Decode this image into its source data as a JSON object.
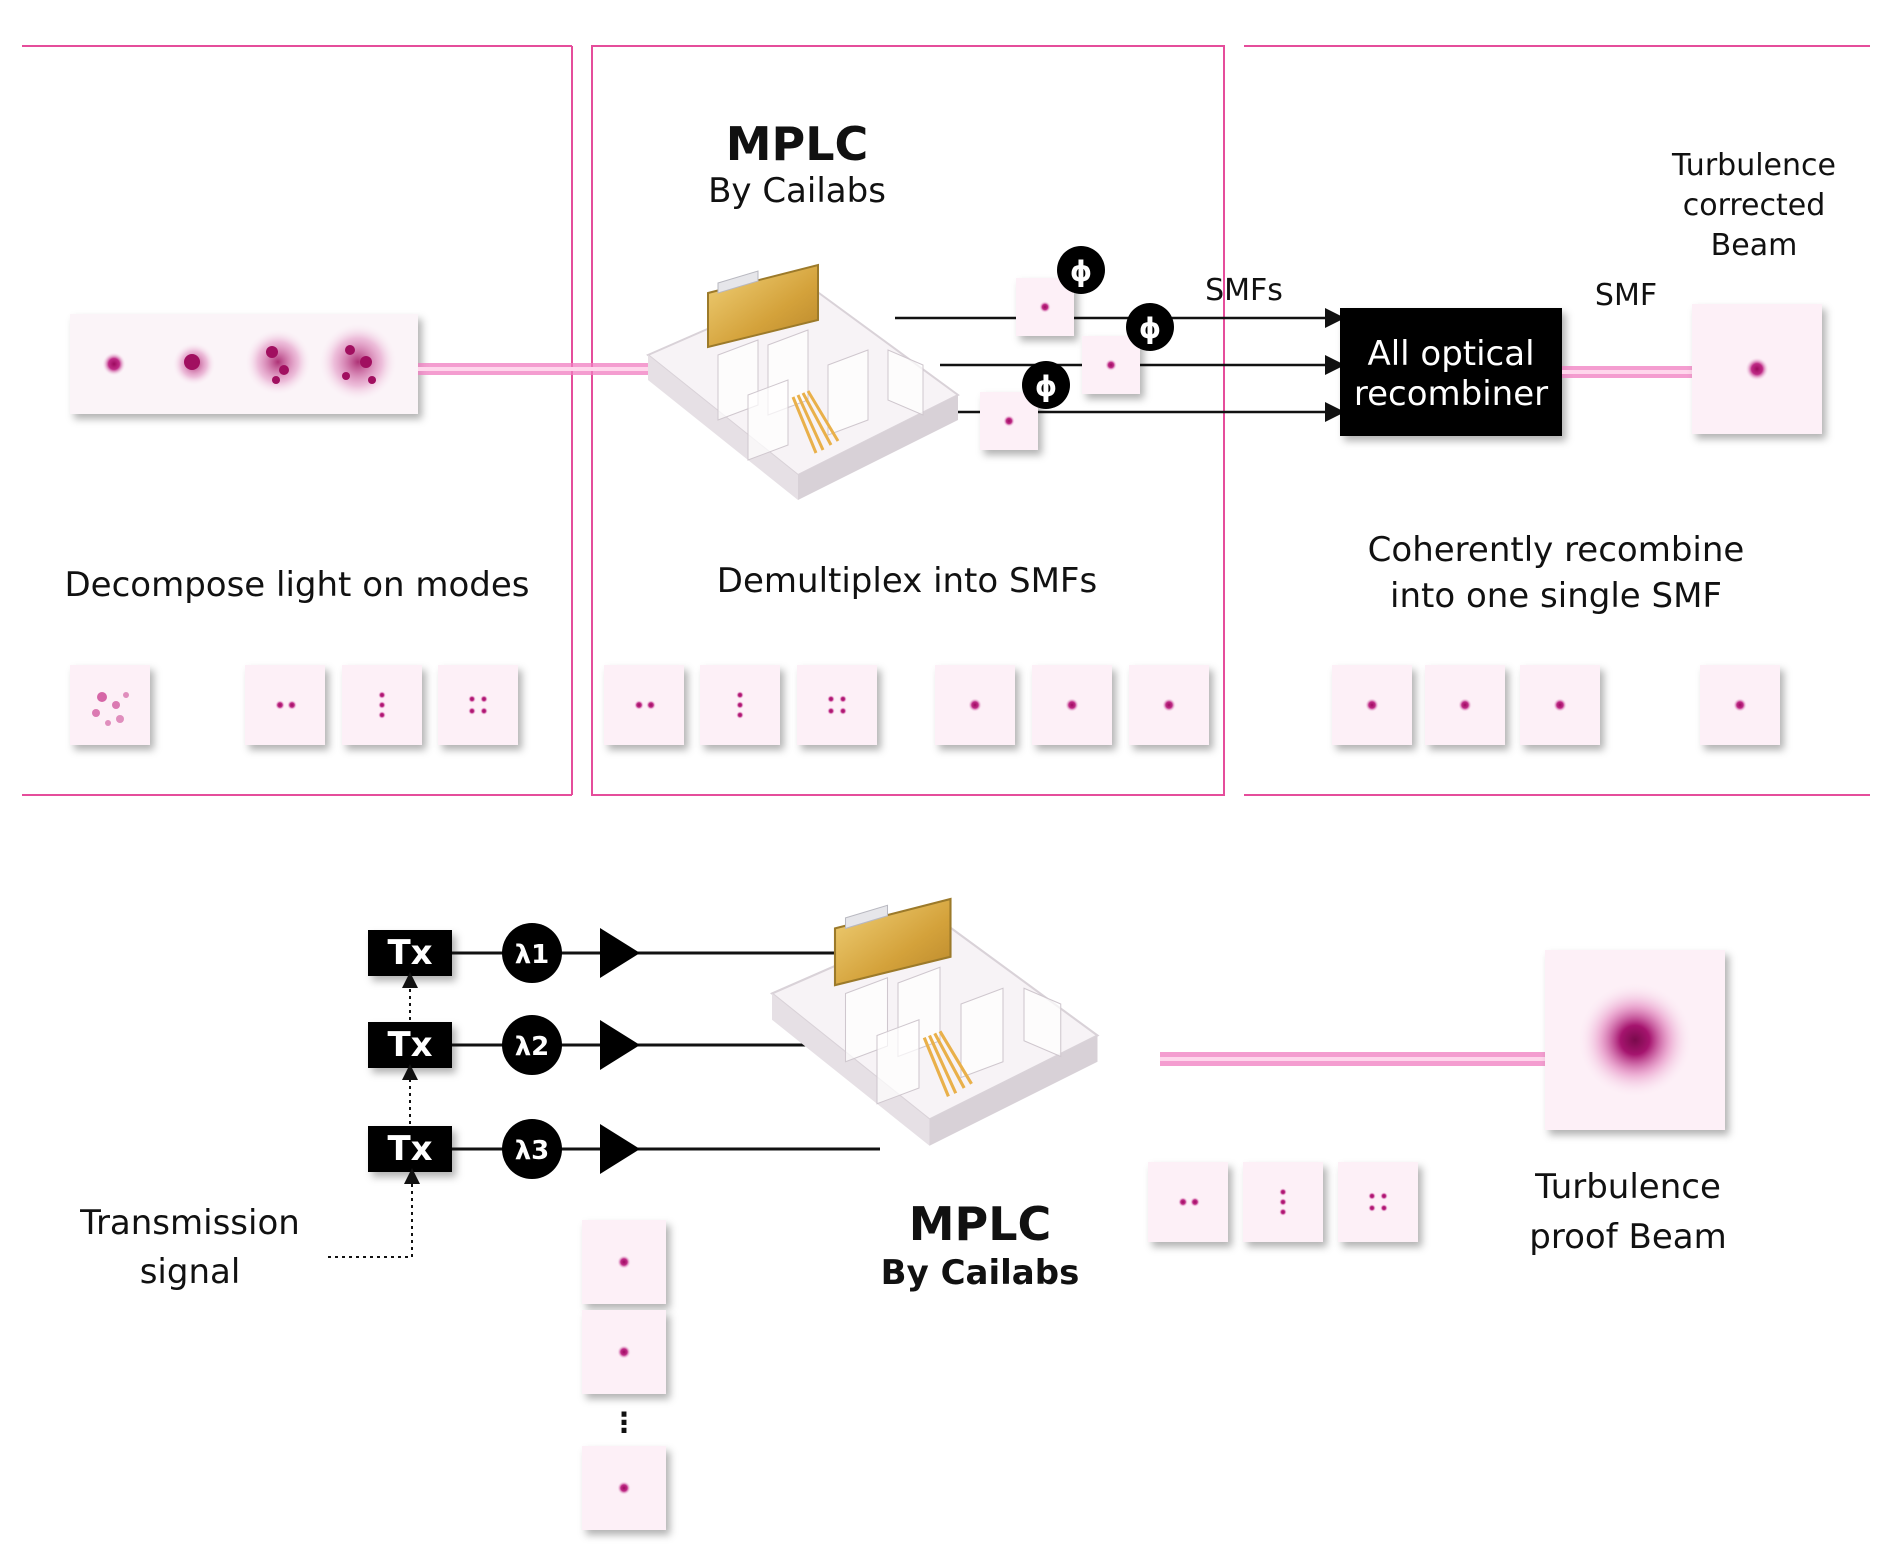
{
  "top": {
    "mplc_title": "MPLC",
    "mplc_subtitle": "By Cailabs",
    "corrected_label": [
      "Turbulence",
      "corrected",
      "Beam"
    ],
    "smfs_label": "SMFs",
    "smf_label": "SMF",
    "recombiner_label": [
      "All optical",
      "recombiner"
    ],
    "phase_symbol": "ϕ",
    "captions": {
      "decompose": "Decompose light on modes",
      "demultiplex": "Demultiplex into SMFs",
      "coherent": [
        "Coherently recombine",
        "into one single SMF"
      ]
    }
  },
  "bottom": {
    "tx_label": "Tx",
    "wavelengths": [
      "λ1",
      "λ2",
      "λ3"
    ],
    "transmission_label": [
      "Transmission",
      "signal"
    ],
    "mplc_title": "MPLC",
    "mplc_subtitle": "By Cailabs",
    "proof_label": [
      "Turbulence",
      "proof Beam"
    ],
    "ellipsis": "⋮"
  },
  "colors": {
    "panel_border": "#e54d9b",
    "beam": "#f07cc0",
    "spot": "#b3126f",
    "dark": "#000000"
  }
}
